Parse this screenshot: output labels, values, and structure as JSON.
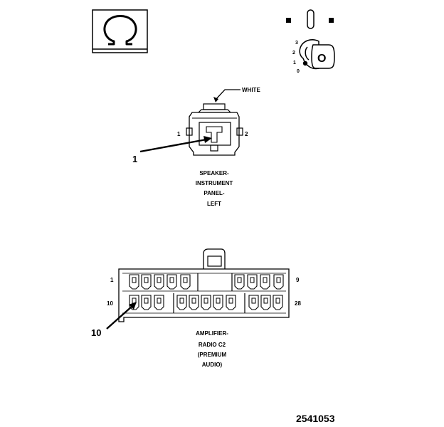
{
  "figure_number": "2541053",
  "speaker_connector": {
    "color_label": "WHITE",
    "pin_left_number": "1",
    "pin_right_number": "2",
    "callout_number": "1",
    "name_lines": [
      "SPEAKER-",
      "INSTRUMENT",
      "PANEL-",
      "LEFT"
    ]
  },
  "amplifier_connector": {
    "top_left_pin": "1",
    "top_right_pin": "9",
    "bottom_left_pin": "10",
    "bottom_right_pin": "28",
    "callout_number": "10",
    "name_lines": [
      "AMPLIFIER-",
      "RADIO C2",
      "(PREMIUM",
      "AUDIO)"
    ]
  },
  "ignition_key": {
    "key_letter": "O",
    "positions": [
      "3",
      "2",
      "1",
      "0"
    ]
  },
  "icons": {
    "top_left": "omega-symbol-icon",
    "top_right": "ignition-key-icon"
  }
}
